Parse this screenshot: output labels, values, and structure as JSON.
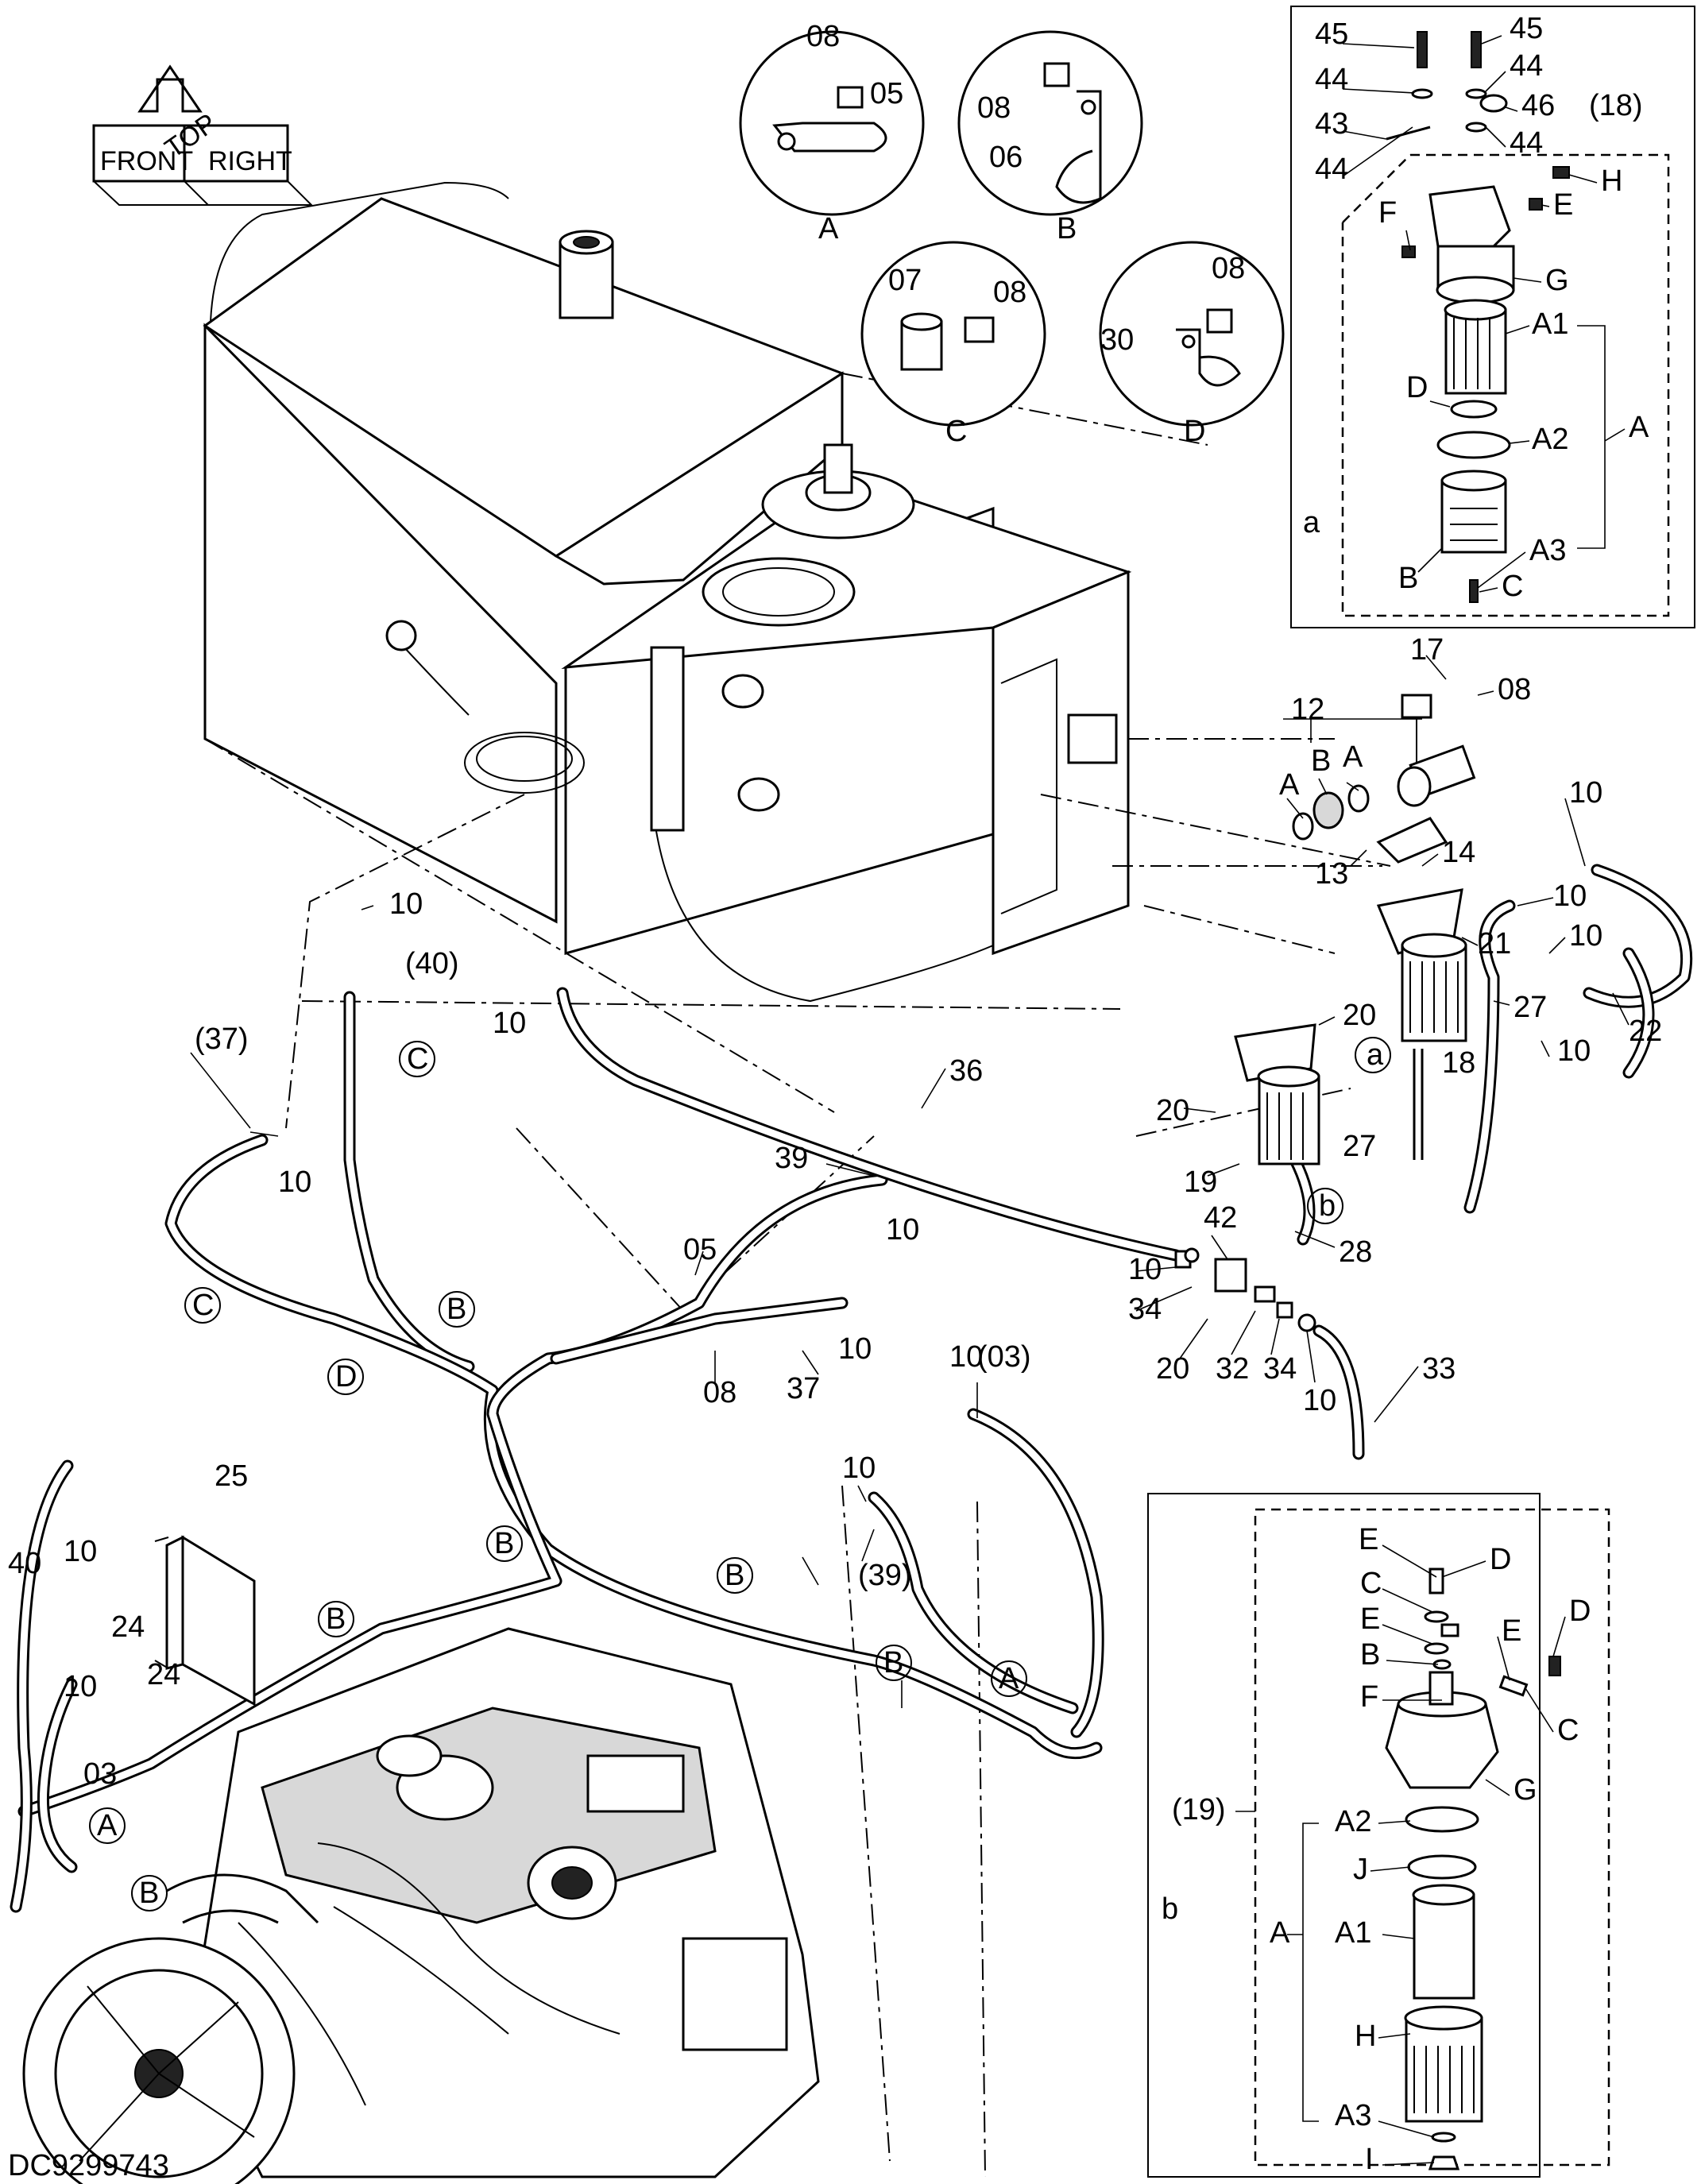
{
  "drawing_code": "DC9299743",
  "compass": {
    "front": "FRONT",
    "top": "TOP",
    "right": "RIGHT"
  },
  "details": {
    "A": {
      "letter": "A",
      "parts": [
        "08",
        "05"
      ]
    },
    "B": {
      "letter": "B",
      "parts": [
        "08",
        "06"
      ]
    },
    "C": {
      "letter": "C",
      "parts": [
        "07",
        "08"
      ]
    },
    "D": {
      "letter": "D",
      "parts": [
        "08",
        "30"
      ]
    }
  },
  "detail_a": {
    "tag": "a",
    "assembly": "(18)",
    "labels": [
      "45",
      "45",
      "44",
      "44",
      "43",
      "46",
      "44",
      "44",
      "H",
      "F",
      "E",
      "G",
      "A1",
      "D",
      "A2",
      "A",
      "B",
      "A3",
      "C"
    ]
  },
  "detail_b": {
    "tag": "b",
    "assembly": "(19)",
    "labels": [
      "E",
      "D",
      "C",
      "E",
      "D",
      "B",
      "E",
      "F",
      "C",
      "G",
      "A2",
      "J",
      "A",
      "A1",
      "H",
      "A3",
      "I"
    ]
  },
  "callouts": [
    "17",
    "08",
    "12",
    "B",
    "A",
    "A",
    "10",
    "13",
    "14",
    "10",
    "10",
    "21",
    "20",
    "27",
    "a",
    "18",
    "10",
    "22",
    "20",
    "19",
    "b",
    "27",
    "28",
    "36",
    "39",
    "10",
    "42",
    "10",
    "34",
    "20",
    "32",
    "34",
    "10",
    "33",
    "05",
    "08",
    "37",
    "10",
    "10",
    "(03)",
    "10",
    "(39)",
    "(40)",
    "10",
    "(37)",
    "10",
    "C",
    "C",
    "B",
    "D",
    "25",
    "40",
    "10",
    "24",
    "10",
    "24",
    "03",
    "A",
    "B",
    "B",
    "B",
    "B",
    "B",
    "A",
    "10"
  ]
}
